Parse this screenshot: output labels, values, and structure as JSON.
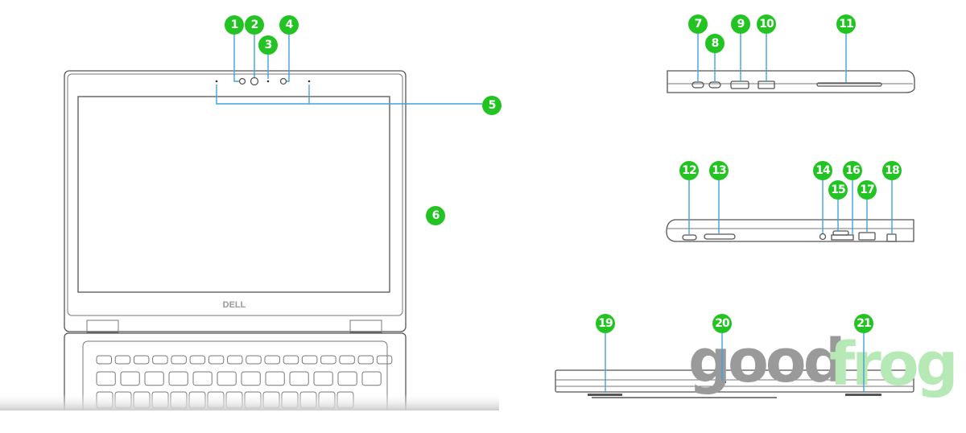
{
  "logo_text": "DELL",
  "watermark": {
    "part1": "good",
    "part2": "frog"
  },
  "markers": [
    "1",
    "2",
    "3",
    "4",
    "5",
    "6",
    "7",
    "8",
    "9",
    "10",
    "11",
    "12",
    "13",
    "14",
    "15",
    "16",
    "17",
    "18",
    "19",
    "20",
    "21"
  ],
  "colors": {
    "marker": "#22c322",
    "leader": "#3fa3dc",
    "outline": "#555555",
    "watermark_gray": "#9a9a9a",
    "watermark_green": "#b6e9b6"
  }
}
